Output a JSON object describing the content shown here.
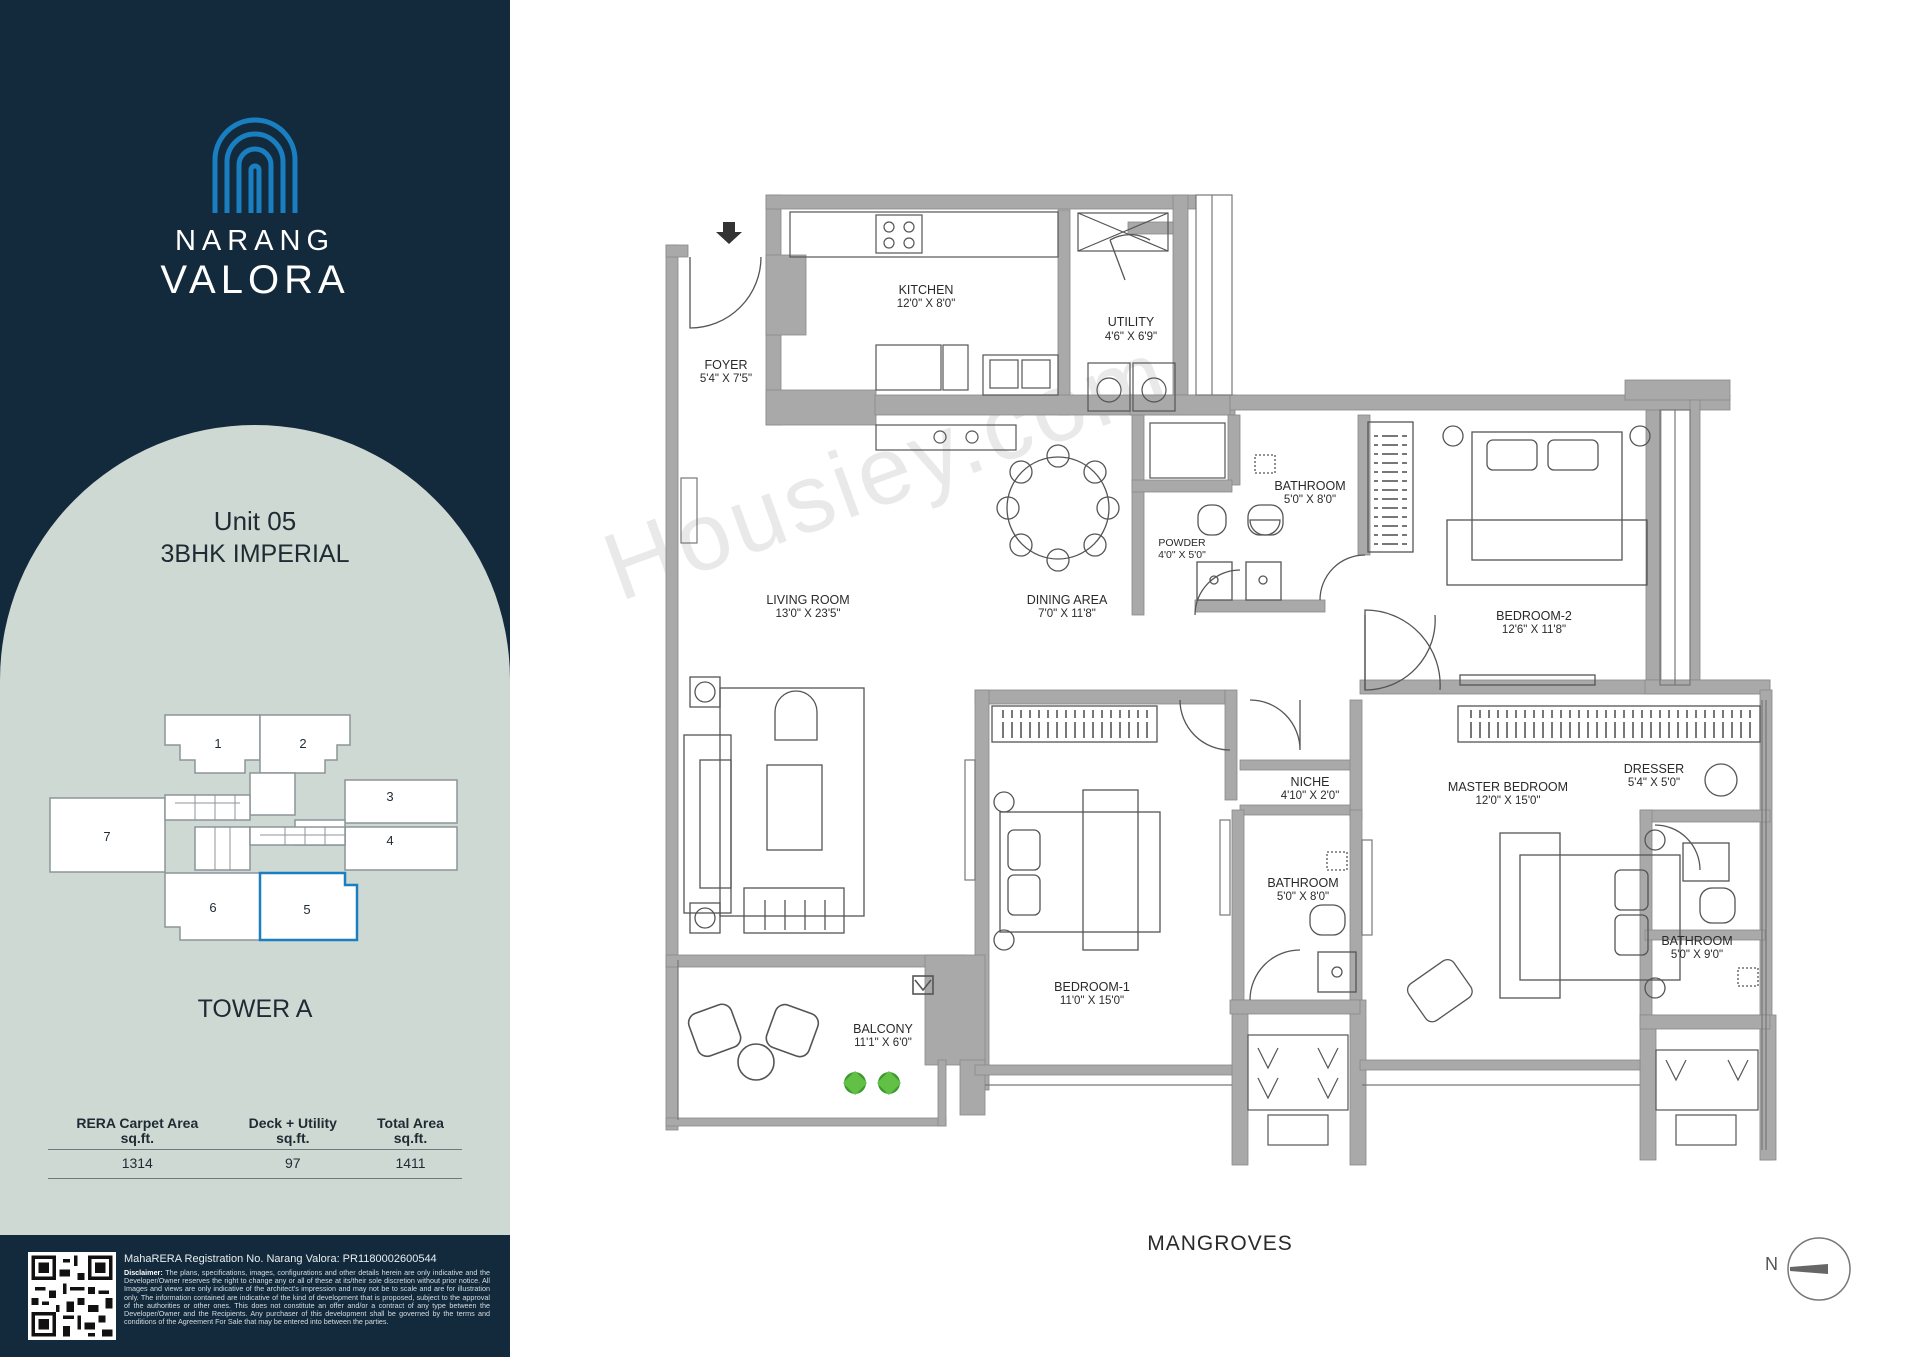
{
  "brand": {
    "line1": "NARANG",
    "line2": "VALORA"
  },
  "unit": {
    "title": "Unit 05",
    "type": "3BHK IMPERIAL"
  },
  "keyplan": {
    "units": [
      "1",
      "2",
      "3",
      "4",
      "5",
      "6",
      "7"
    ],
    "highlighted": "5"
  },
  "tower": "TOWER A",
  "area_table": {
    "headers": [
      {
        "line1": "RERA Carpet Area",
        "line2": "sq.ft."
      },
      {
        "line1": "Deck + Utility",
        "line2": "sq.ft."
      },
      {
        "line1": "Total Area",
        "line2": "sq.ft."
      }
    ],
    "values": [
      "1314",
      "97",
      "1411"
    ]
  },
  "footer": {
    "rera": "MahaRERA Registration No. Narang Valora: PR1180002600544",
    "disclaimer_label": "Disclaimer:",
    "disclaimer": "The plans, specifications, images, configurations and other details herein are only indicative and the Developer/Owner reserves the right to change any or all of these at its/their sole discretion without prior notice. All Images and views are only indicative of the architect's impression and may not be to scale and are for illustration only. The information contained are indicative of the kind of development that is proposed, subject to the approval of the authorities or other ones. This does not constitute an offer and/or a contract of any type between the Developer/Owner and the Recipients. Any purchaser of this development shall be governed by the terms and conditions of the Agreement For Sale that may be entered into between the parties."
  },
  "rooms": {
    "kitchen": {
      "name": "KITCHEN",
      "dim": "12'0\" X 8'0\""
    },
    "utility": {
      "name": "UTILITY",
      "dim": "4'6\" X 6'9\""
    },
    "foyer": {
      "name": "FOYER",
      "dim": "5'4\" X 7'5\""
    },
    "bathroom_top": {
      "name": "BATHROOM",
      "dim": "5'0\" X 8'0\""
    },
    "powder": {
      "name": "POWDER",
      "dim": "4'0\" X 5'0\""
    },
    "living": {
      "name": "LIVING ROOM",
      "dim": "13'0\" X 23'5\""
    },
    "dining": {
      "name": "DINING AREA",
      "dim": "7'0\" X 11'8\""
    },
    "bedroom2": {
      "name": "BEDROOM-2",
      "dim": "12'6\" X 11'8\""
    },
    "niche": {
      "name": "NICHE",
      "dim": "4'10\" X 2'0\""
    },
    "master": {
      "name": "MASTER BEDROOM",
      "dim": "12'0\" X 15'0\""
    },
    "dresser": {
      "name": "DRESSER",
      "dim": "5'4\" X 5'0\""
    },
    "bathroom_mid": {
      "name": "BATHROOM",
      "dim": "5'0\" X 8'0\""
    },
    "bathroom_right": {
      "name": "BATHROOM",
      "dim": "5'0\" X 9'0\""
    },
    "bedroom1": {
      "name": "BEDROOM-1",
      "dim": "11'0\" X 15'0\""
    },
    "balcony": {
      "name": "BALCONY",
      "dim": "11'1\" X 6'0\""
    }
  },
  "orientation_label": "MANGROVES",
  "north": "N",
  "watermark": "Housiey.com",
  "colors": {
    "navy": "#132a3d",
    "sage": "#cfd9d4",
    "logo_blue": "#1a7fc1",
    "wall": "#a9a9a9"
  }
}
